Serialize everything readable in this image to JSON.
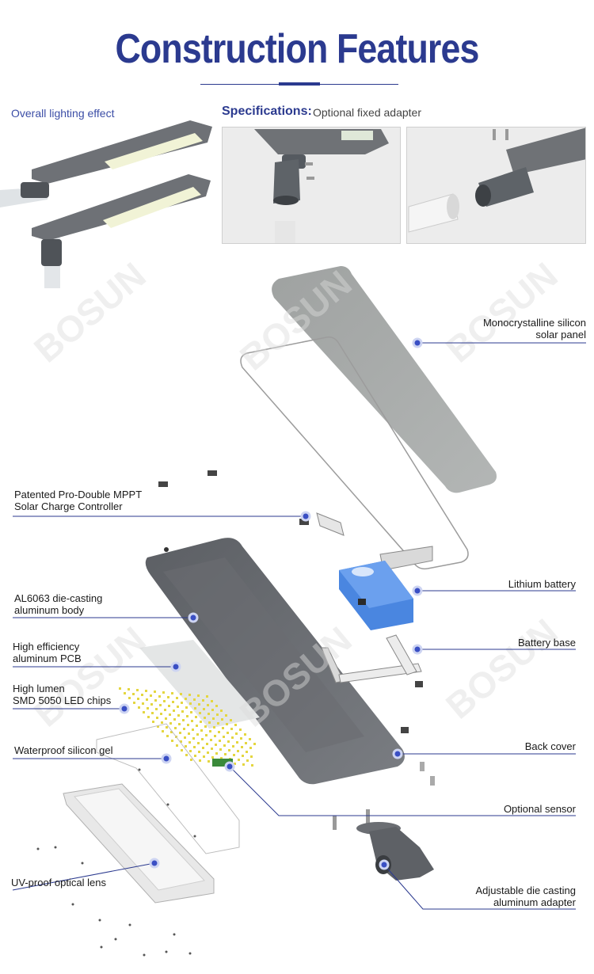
{
  "header": {
    "title": "Construction Features"
  },
  "top": {
    "overall_label": "Overall lighting effect",
    "spec_title": "Specifications:",
    "spec_sub": "Optional fixed adapter"
  },
  "watermark": "BOSUN",
  "callouts": [
    {
      "id": "solar-panel",
      "line1": "Monocrystalline silicon",
      "line2": "solar panel"
    },
    {
      "id": "mppt",
      "line1": "Patented Pro-Double MPPT",
      "line2": "Solar Charge Controller"
    },
    {
      "id": "battery",
      "line1": "Lithium battery",
      "line2": ""
    },
    {
      "id": "body",
      "line1": "AL6063 die-casting",
      "line2": "aluminum body"
    },
    {
      "id": "battery-base",
      "line1": "Battery base",
      "line2": ""
    },
    {
      "id": "pcb",
      "line1": "High efficiency",
      "line2": "aluminum PCB"
    },
    {
      "id": "led",
      "line1": "High lumen",
      "line2": "SMD 5050 LED chips"
    },
    {
      "id": "back-cover",
      "line1": "Back cover",
      "line2": ""
    },
    {
      "id": "gel",
      "line1": "Waterproof silicon gel",
      "line2": ""
    },
    {
      "id": "sensor",
      "line1": "Optional sensor",
      "line2": ""
    },
    {
      "id": "lens",
      "line1": "UV-proof optical lens",
      "line2": ""
    },
    {
      "id": "adapter",
      "line1": "Adjustable die casting",
      "line2": "aluminum adapter"
    }
  ],
  "colors": {
    "brand": "#2b3a8f",
    "dot": "#3a4fc4",
    "panel": "#a9acab",
    "body": "#6b6e73",
    "battery": "#4a86e0"
  }
}
